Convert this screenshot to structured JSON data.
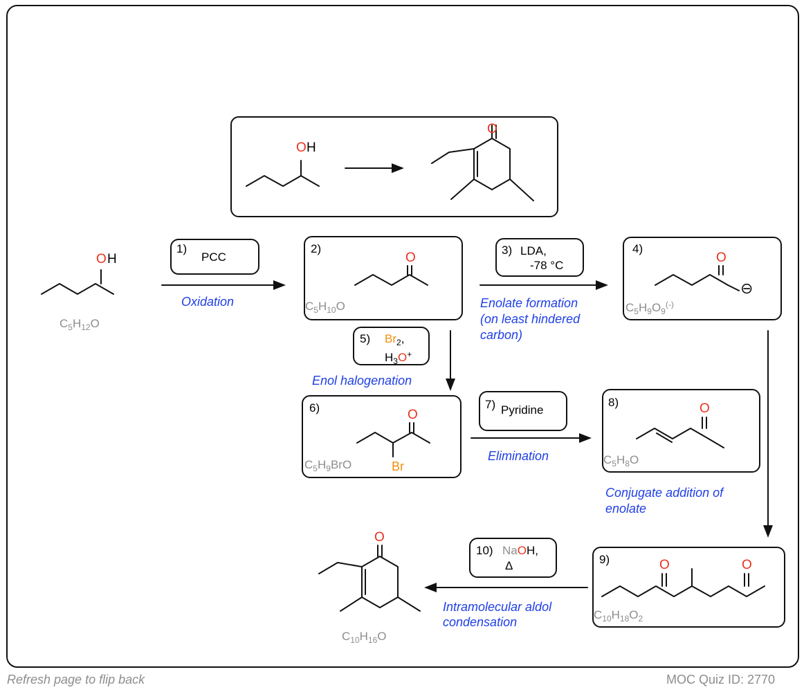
{
  "title_box": {
    "start": {
      "O": "O",
      "H": "H"
    },
    "product": {
      "O": "O"
    }
  },
  "start": {
    "O": "O",
    "H": "H",
    "formula": {
      "a": "C",
      "a_sub": "5",
      "b": "H",
      "b_sub": "12",
      "c": "O"
    }
  },
  "steps": [
    {
      "num": "1)",
      "reagent": "PCC",
      "label": "Oxidation"
    },
    {
      "num": "3)",
      "reagent_line1": "LDA,",
      "reagent_line2": "-78 °C",
      "label_line1": "Enolate formation",
      "label_line2": "(on least hindered",
      "label_line3": "carbon)"
    },
    {
      "num": "5)",
      "reagent_a": "Br",
      "reagent_a_sub": "2",
      "reagent_a_tail": ",",
      "reagent_b": "H",
      "reagent_b_sub": "3",
      "reagent_b_O": "O",
      "reagent_b_sup": "+",
      "label": "Enol halogenation"
    },
    {
      "num": "7)",
      "reagent": "Pyridine",
      "label": "Elimination"
    },
    {
      "num": "10)",
      "reagent_na": "Na",
      "reagent_o": "O",
      "reagent_h": "H,",
      "reagent_line2": "Δ",
      "label_line1": "Intramolecular aldol",
      "label_line2": "condensation"
    }
  ],
  "compounds": [
    {
      "num": "2)",
      "O": "O",
      "formula": {
        "a": "C",
        "a_sub": "5",
        "b": "H",
        "b_sub": "10",
        "c": "O"
      }
    },
    {
      "num": "4)",
      "O": "O",
      "charge": "⊖",
      "formula": {
        "a": "C",
        "a_sub": "5",
        "b": "H",
        "b_sub": "9",
        "c": "O",
        "c_sub": "9",
        "c_sup": "(-)"
      }
    },
    {
      "num": "6)",
      "O": "O",
      "Br": "Br",
      "formula": {
        "a": "C",
        "a_sub": "5",
        "b": "H",
        "b_sub": "9",
        "c": "BrO"
      }
    },
    {
      "num": "8)",
      "O": "O",
      "formula": {
        "a": "C",
        "a_sub": "5",
        "b": "H",
        "b_sub": "8",
        "c": "O"
      }
    },
    {
      "num": "9)",
      "O1": "O",
      "O2": "O",
      "formula": {
        "a": "C",
        "a_sub": "10",
        "b": "H",
        "b_sub": "18",
        "c": "O",
        "c_sub": "2"
      }
    }
  ],
  "conjugate_label": {
    "line1": "Conjugate addition of",
    "line2": "enolate"
  },
  "final": {
    "O": "O",
    "formula": {
      "a": "C",
      "a_sub": "10",
      "b": "H",
      "b_sub": "16",
      "c": "O"
    }
  },
  "footer": {
    "left": "Refresh page to flip back",
    "right": "MOC Quiz ID: 2770"
  },
  "colors": {
    "oxygen": "#e8321e",
    "bromine": "#f0900c",
    "label_blue": "#1f3fe6",
    "formula_gray": "#8d8d8d"
  }
}
